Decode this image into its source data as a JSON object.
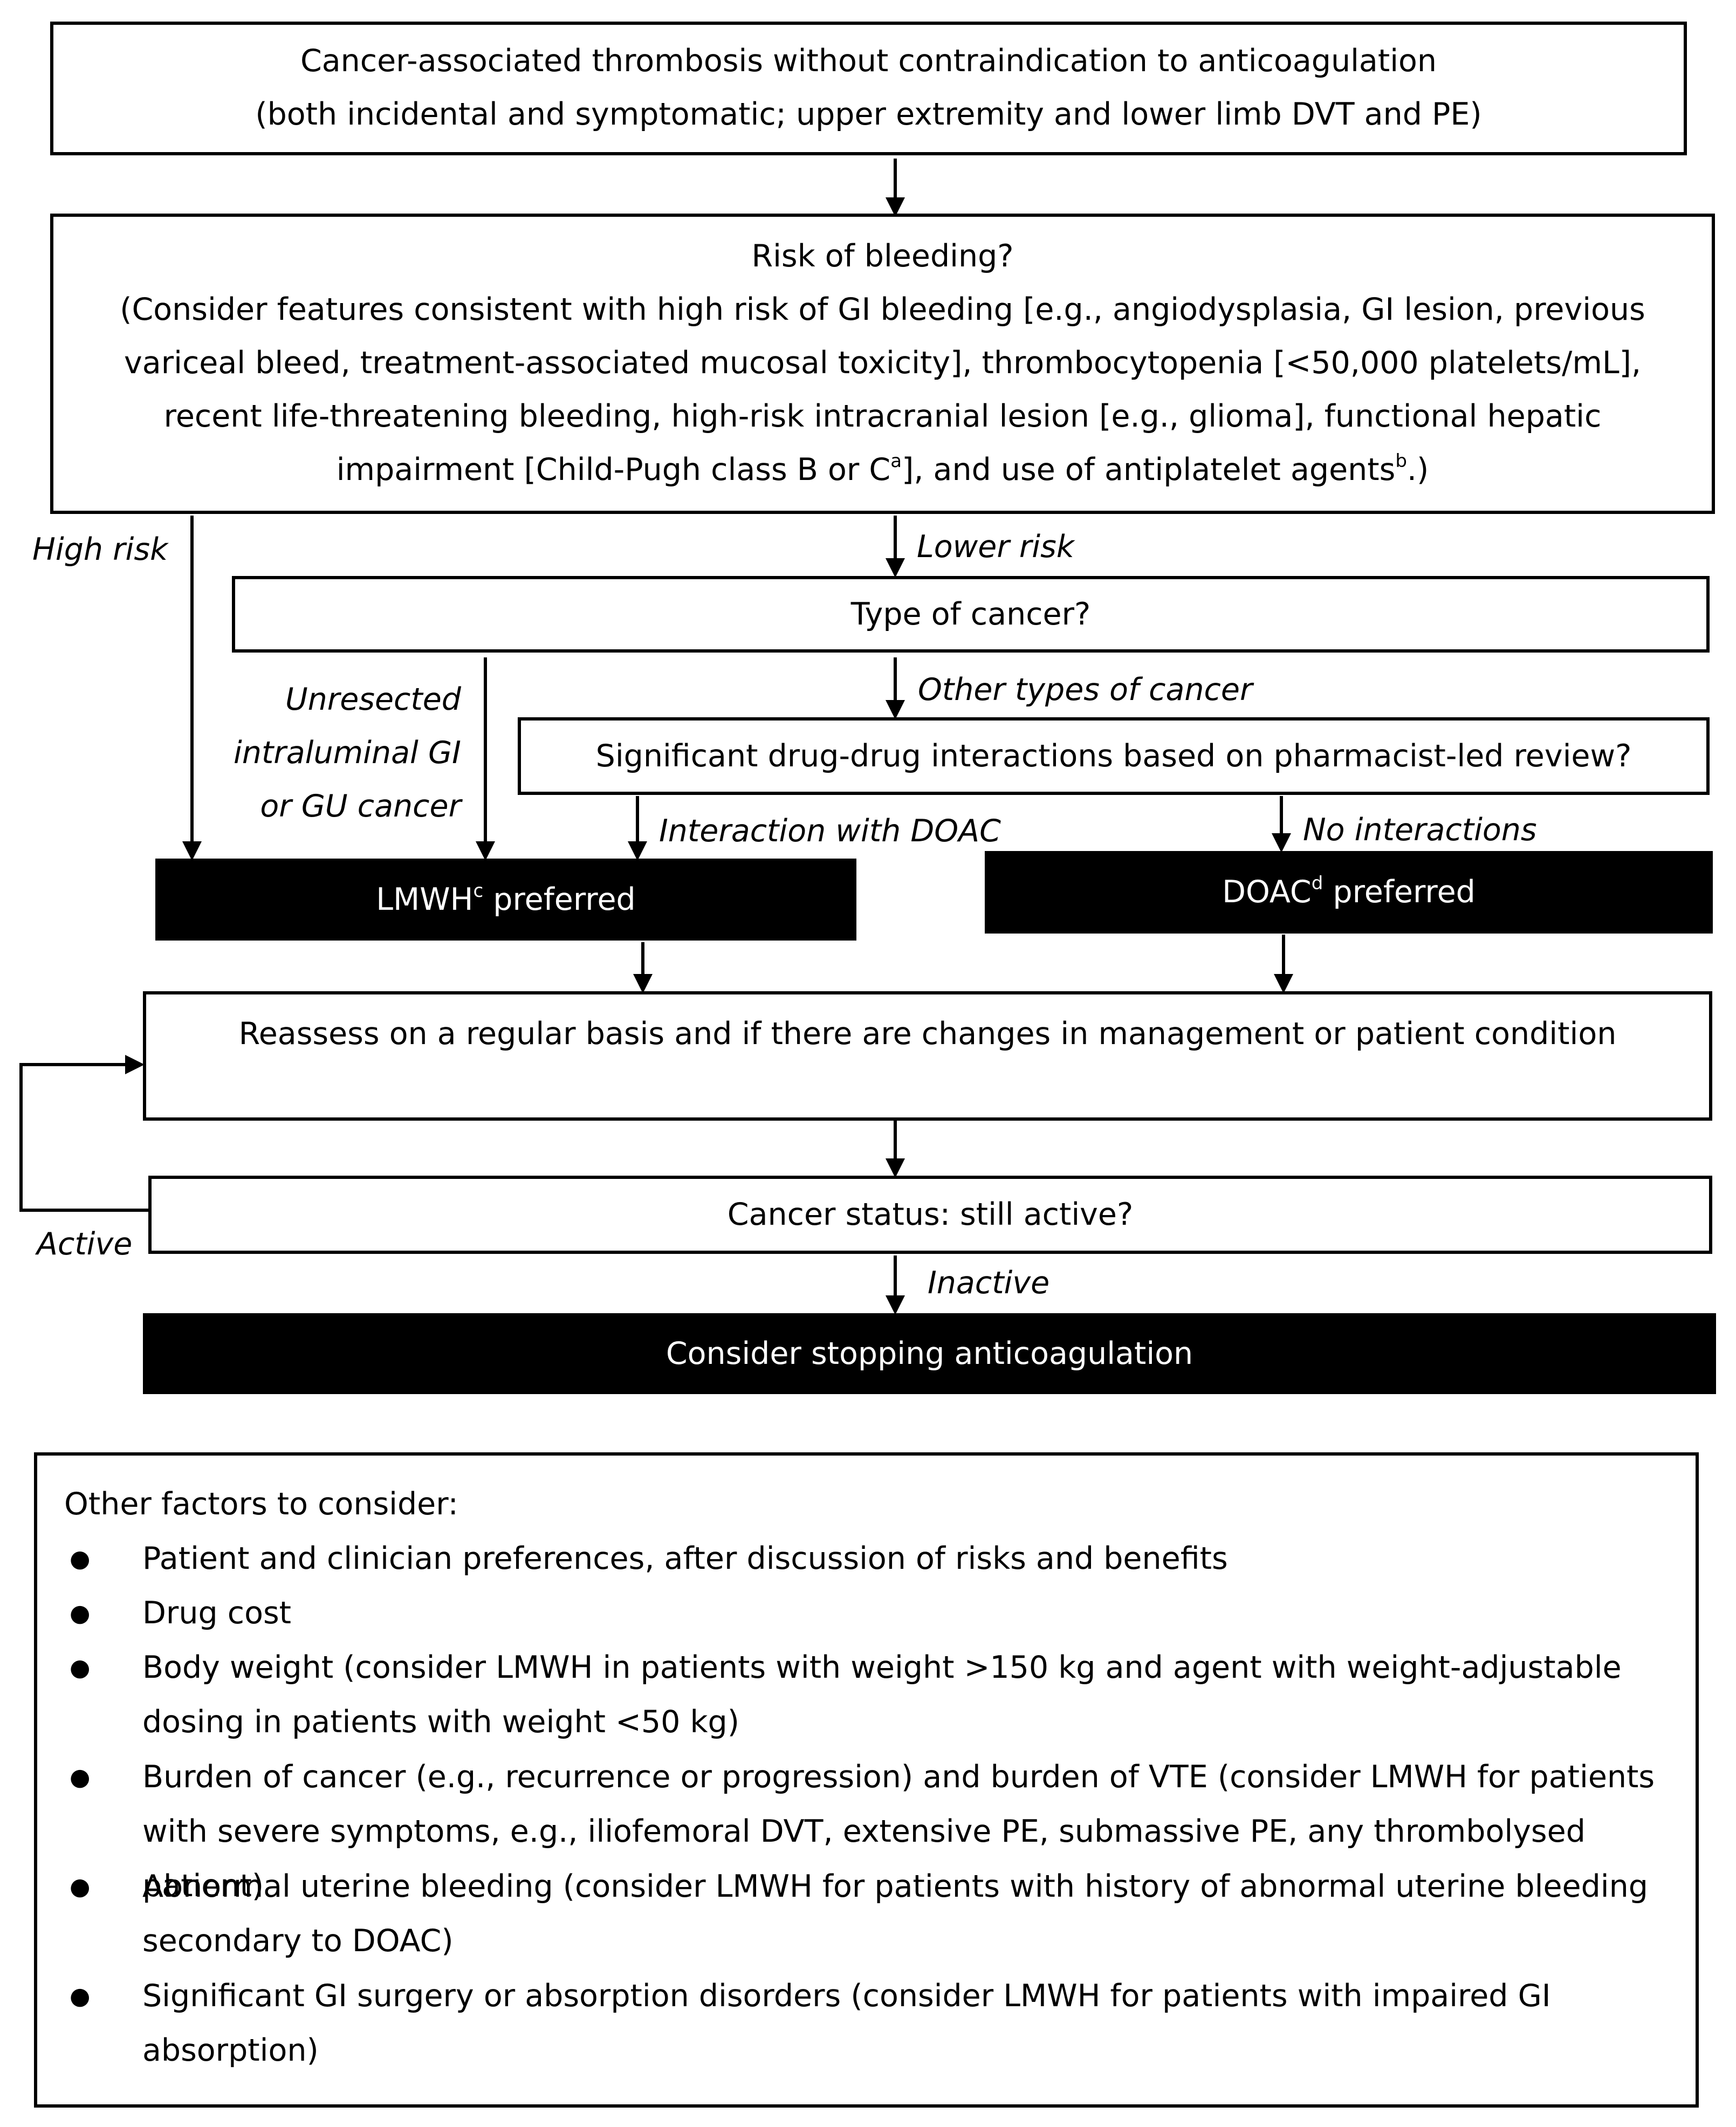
{
  "start": {
    "line1": "Cancer-associated thrombosis without contraindication to anticoagulation",
    "line2": "(both incidental and symptomatic; upper extremity and lower limb DVT and PE)"
  },
  "bleeding": {
    "title": "Risk of bleeding?",
    "line1": "(Consider features consistent with high risk of GI bleeding [e.g., angiodysplasia, GI lesion, previous",
    "line2": "variceal bleed, treatment-associated mucosal toxicity], thrombocytopenia [<50,000 platelets/mL],",
    "line3": "recent life-threatening bleeding, high-risk intracranial lesion [e.g., glioma], functional hepatic",
    "line4_a": "impairment [Child-Pugh class B or C",
    "line4_sup_a": "a",
    "line4_b": "], and use of antiplatelet agents",
    "line4_sup_b": "b",
    "line4_c": ".)"
  },
  "labels": {
    "high_risk": "High risk",
    "lower_risk": "Lower risk",
    "other_cancer": "Other types of cancer",
    "unresected_1": "Unresected",
    "unresected_2": "intraluminal GI",
    "unresected_3": "or GU cancer",
    "interaction": "Interaction with DOAC",
    "no_interactions": "No interactions",
    "active": "Active",
    "inactive": "Inactive"
  },
  "cancer_type": {
    "text": "Type of cancer?"
  },
  "ddi": {
    "text": "Significant drug-drug interactions based on pharmacist-led review?"
  },
  "lmwh": {
    "pre": "LMWH",
    "sup": "c",
    "post": " preferred"
  },
  "doac": {
    "pre": "DOAC",
    "sup": "d",
    "post": " preferred"
  },
  "reassess": {
    "text": "Reassess on a regular basis and if there are changes in management or patient condition"
  },
  "status": {
    "text": "Cancer status: still active?"
  },
  "stop": {
    "text": "Consider stopping anticoagulation"
  },
  "factors": {
    "heading": "Other factors to consider:",
    "items": [
      {
        "l1": "Patient and clinician preferences, after discussion of risks and benefits",
        "l2": ""
      },
      {
        "l1": "Drug cost",
        "l2": ""
      },
      {
        "l1": "Body weight (consider LMWH in patients with weight >150 kg and agent with weight-adjustable",
        "l2": "dosing in patients with weight <50 kg)"
      },
      {
        "l1": "Burden of cancer (e.g., recurrence or progression) and burden of VTE (consider LMWH for patients",
        "l2": "with severe symptoms, e.g., iliofemoral DVT, extensive PE, submassive PE, any thrombolysed patient)"
      },
      {
        "l1": "Abnormal uterine bleeding (consider LMWH for patients with history of abnormal uterine bleeding",
        "l2": "secondary to DOAC)"
      },
      {
        "l1": "Significant GI surgery or absorption disorders (consider LMWH for patients with impaired GI",
        "l2": "absorption)"
      }
    ]
  }
}
